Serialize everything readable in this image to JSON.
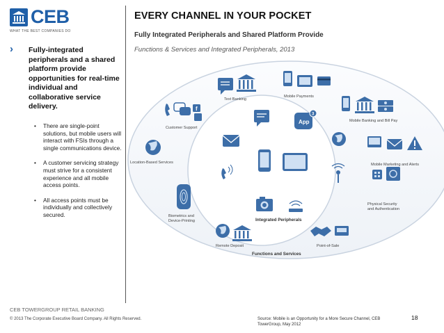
{
  "logo": {
    "text": "CEB",
    "tagline": "WHAT THE BEST COMPANIES DO"
  },
  "header": {
    "title": "EVERY CHANNEL IN YOUR POCKET",
    "subtitle": "Fully Integrated Peripherals and Shared Platform Provide",
    "subtitle2": "Functions & Services and Integrated Peripherals, 2013"
  },
  "left": {
    "lead": "Fully-integrated peripherals and a shared platform provide opportunities for real-time individual and collaborative service delivery.",
    "bullets": [
      "There are single-point solutions, but mobile users will interact with FSIs through a single communications device.",
      "A customer servicing strategy must strive for a consistent experience and all mobile access points.",
      "All access points must be individually and collectively secured."
    ]
  },
  "diagram": {
    "outer_label": "Functions and Services",
    "inner_label": "Integrated Peripherals",
    "app_label": "App",
    "app_badge": "3",
    "labels": {
      "text_banking": "Text Banking",
      "mobile_payments": "Mobile Payments",
      "customer_support": "Customer Support",
      "mobile_banking": "Mobile Banking and Bill Pay",
      "location": "Location-Based Services",
      "marketing": "Mobile Marketing and Alerts",
      "biometrics_1": "Biometrics and",
      "biometrics_2": "Device-Printing",
      "security_1": "Physical Security",
      "security_2": "and Authentication",
      "remote_deposit": "Remote Deposit",
      "pos": "Point-of-Sale"
    },
    "colors": {
      "ellipse": "#c9d3e0",
      "icon": "#3d6ea8"
    }
  },
  "footer": {
    "org": "CEB TOWERGROUP RETAIL BANKING",
    "copyright": "© 2013 The Corporate Executive Board Company. All Rights Reserved.",
    "source": "Source: Mobile is an Opportunity for a More Secure Channel, CEB TowerGroup, May 2012",
    "page": "18"
  }
}
